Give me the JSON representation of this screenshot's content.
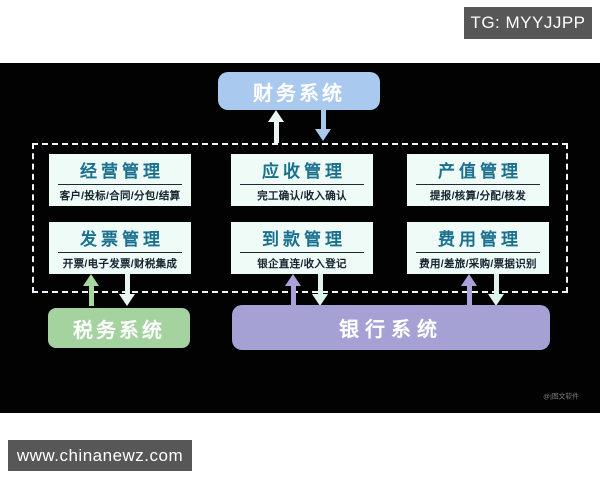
{
  "header": {
    "tg_badge": "TG: MYYJJPP"
  },
  "footer": {
    "site_badge": "www.chinanewz.com",
    "watermark": "@|图文软件"
  },
  "diagram": {
    "top_system": {
      "label": "财务系统"
    },
    "modules": [
      {
        "title": "经营管理",
        "subtitle": "客户/投标/合同/分包/结算"
      },
      {
        "title": "应收管理",
        "subtitle": "完工确认/收入确认"
      },
      {
        "title": "产值管理",
        "subtitle": "提报/核算/分配/核发"
      },
      {
        "title": "发票管理",
        "subtitle": "开票/电子发票/财税集成"
      },
      {
        "title": "到款管理",
        "subtitle": "银企直连/收入登记"
      },
      {
        "title": "费用管理",
        "subtitle": "费用/差旅/采购/票据识别"
      }
    ],
    "bottom_systems": [
      {
        "label": "税务系统"
      },
      {
        "label": "银行系统"
      }
    ],
    "colors": {
      "finance_box": "#a9c9ef",
      "tax_box": "#a5d3a0",
      "bank_box": "#a6a1d5",
      "module_box": "#eefbf7",
      "module_title": "#19708f",
      "module_subtitle": "#16222e",
      "arrow_white": "#e9f7f0",
      "arrow_green": "#a8d8a0",
      "arrow_purple": "#a9a2db",
      "arrow_blue": "#a9c9ef",
      "arrow_cyan": "#dcf4ec",
      "badge_bg": "#575757",
      "background": "#020202"
    }
  }
}
